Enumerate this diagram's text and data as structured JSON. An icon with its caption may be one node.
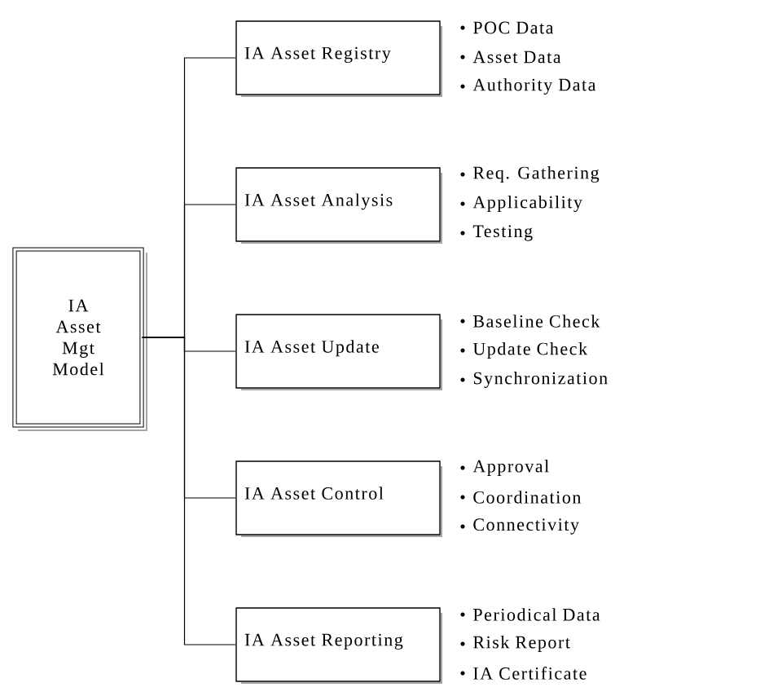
{
  "diagram": {
    "nodes": [
      {
        "text": [
          "IA Asset Mgt Model"
        ]
      },
      {
        "text": [
          "IA Asset Registry"
        ],
        "beside": [
          "POC Data",
          "Asset Data",
          "Authority Data"
        ]
      },
      {
        "text": [
          "IA Asset Analysis"
        ],
        "beside": [
          "Req. Gathering",
          "Applicability",
          "Testing"
        ]
      },
      {
        "text": [
          "IA Asset Update"
        ],
        "beside": [
          "Baseline Check",
          "Update Check",
          "Synchronization"
        ]
      },
      {
        "text": [
          "IA Asset Control"
        ],
        "beside": [
          "Approval",
          "Coordination",
          "Connectivity"
        ]
      },
      {
        "text": [
          "IA Asset Reporting"
        ],
        "beside": [
          "Periodical Data",
          "Risk Report",
          "IA Certificate"
        ]
      }
    ],
    "edges": [
      {
        "from": 0,
        "to": 1,
        "arrow": "none"
      },
      {
        "from": 0,
        "to": 2,
        "arrow": "none"
      },
      {
        "from": 0,
        "to": 3,
        "arrow": "none"
      },
      {
        "from": 0,
        "to": 4,
        "arrow": "none"
      },
      {
        "from": 0,
        "to": 5,
        "arrow": "none"
      }
    ]
  }
}
